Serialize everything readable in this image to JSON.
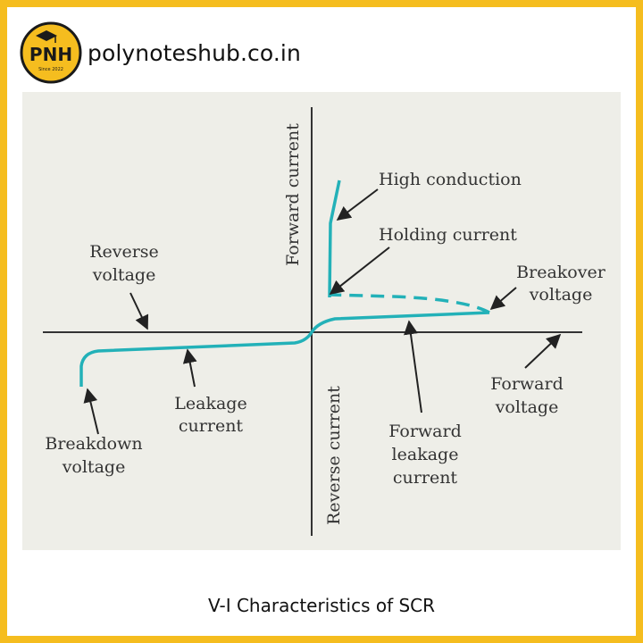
{
  "header": {
    "logo_text": "PNH",
    "logo_tagline": "Since 2022",
    "site": "polynoteshub.co.in"
  },
  "diagram": {
    "labels": {
      "forward_current": "Forward current",
      "reverse_current": "Reverse current",
      "high_conduction": "High conduction",
      "holding_current": "Holding current",
      "breakover_voltage": [
        "Breakover",
        "voltage"
      ],
      "reverse_voltage": [
        "Reverse",
        "voltage"
      ],
      "leakage_current": [
        "Leakage",
        "current"
      ],
      "breakdown_voltage": [
        "Breakdown",
        "voltage"
      ],
      "forward_leakage_current": [
        "Forward",
        "leakage",
        "current"
      ],
      "forward_voltage": [
        "Forward",
        "voltage"
      ]
    },
    "colors": {
      "curve": "#23b1b8",
      "axes": "#333333",
      "panel": "#eeeee8",
      "border": "#f5bd1f"
    }
  },
  "caption": "V-I Characteristics of SCR"
}
